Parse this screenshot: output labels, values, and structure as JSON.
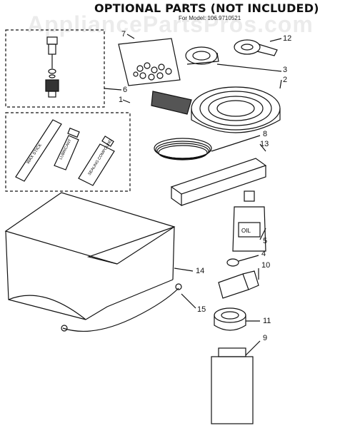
{
  "header": {
    "title": "OPTIONAL PARTS (NOT INCLUDED)",
    "model_label": "For Model: 106.9710521"
  },
  "watermark": "AppliancePartsPros.com",
  "parts": [
    {
      "callout": "7",
      "item": "bag-of-seals"
    },
    {
      "callout": "12",
      "item": "tape-roll-small"
    },
    {
      "callout": "3",
      "item": "tape-roll-medium"
    },
    {
      "callout": "2",
      "item": "tape-roll-large"
    },
    {
      "callout": "6",
      "item": "valve-assembly"
    },
    {
      "callout": "1",
      "item": "sealant-kit"
    },
    {
      "callout": "8",
      "item": "tubing-coil"
    },
    {
      "callout": "13",
      "item": "foam-block"
    },
    {
      "callout": "5",
      "item": "oil-bottle"
    },
    {
      "callout": "4",
      "item": "cap"
    },
    {
      "callout": "10",
      "item": "sealant-tube"
    },
    {
      "callout": "14",
      "item": "cover"
    },
    {
      "callout": "15",
      "item": "cord"
    },
    {
      "callout": "11",
      "item": "tape-roll-tin"
    },
    {
      "callout": "9",
      "item": "spray-can"
    }
  ],
  "labels": {
    "stick": "WAX STICK",
    "tube_small": "LUBRICANT",
    "tube_large": "SEALING COMPOUND",
    "oil": "OIL"
  }
}
